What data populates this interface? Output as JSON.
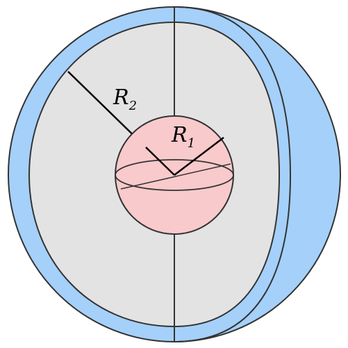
{
  "diagram": {
    "labels": {
      "outer_radius": "R",
      "outer_radius_sub": "2",
      "inner_radius": "R",
      "inner_radius_sub": "1"
    },
    "colors": {
      "shell_blue": "#a5d0fa",
      "cut_face_gray": "#e3e3e3",
      "core_pink": "#f9cacb",
      "outline": "#333333"
    }
  }
}
